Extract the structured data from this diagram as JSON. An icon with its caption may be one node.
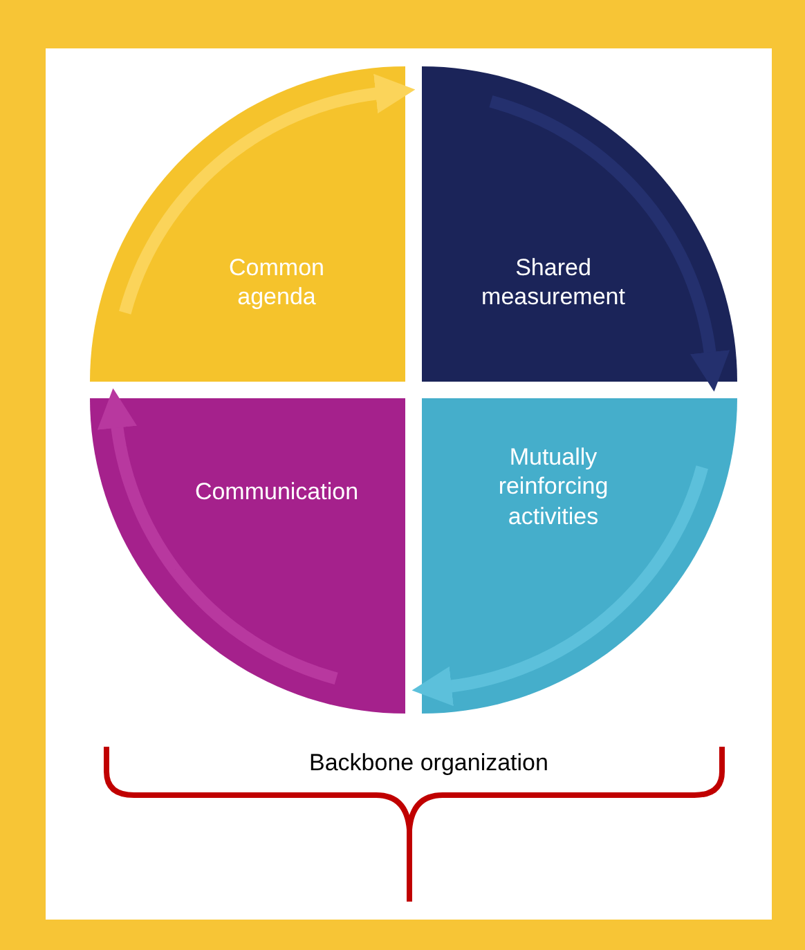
{
  "diagram": {
    "nodes": [
      {
        "text": [
          "Common agenda"
        ]
      },
      {
        "text": [
          "Shared measurement"
        ]
      },
      {
        "text": [
          "Mutually reinforcing activities"
        ]
      },
      {
        "text": [
          "Communication"
        ]
      }
    ],
    "edges": [
      {
        "from": 0,
        "to": 1,
        "arrow": "to",
        "color": "#fbd45a"
      },
      {
        "from": 1,
        "to": 2,
        "arrow": "to",
        "color": "#24306e"
      },
      {
        "from": 2,
        "to": 3,
        "arrow": "to",
        "color": "#5cc0db"
      },
      {
        "from": 3,
        "to": 0,
        "arrow": "to",
        "color": "#b8389f"
      }
    ],
    "labels": [
      "Backbone organization"
    ]
  }
}
